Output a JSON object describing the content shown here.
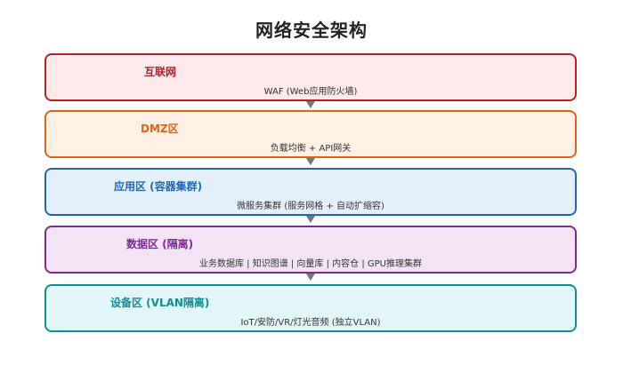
{
  "title": "网络安全架构",
  "layers": [
    {
      "name": "互联网",
      "desc": "WAF (Web应用防火墙)",
      "border": "#b0222b",
      "fill": "#fde8ea",
      "text": "#b0222b"
    },
    {
      "name": "DMZ区",
      "desc": "负载均衡 + API网关",
      "border": "#d9661a",
      "fill": "#fef1e3",
      "text": "#d9661a"
    },
    {
      "name": "应用区 (容器集群)",
      "desc": "微服务集群 (服务网格 + 自动扩缩容)",
      "border": "#1f68b3",
      "fill": "#e3f0fb",
      "text": "#1f68b3"
    },
    {
      "name": "数据区 (隔离)",
      "desc": "业务数据库 | 知识图谱 | 向量库 | 内容仓 | GPU推理集群",
      "border": "#7b2a96",
      "fill": "#f3e3f5",
      "text": "#7b2a96"
    },
    {
      "name": "设备区 (VLAN隔离)",
      "desc": "IoT/安防/VR/灯光音频 (独立VLAN)",
      "border": "#138d95",
      "fill": "#e2f6f7",
      "text": "#138d95"
    }
  ]
}
